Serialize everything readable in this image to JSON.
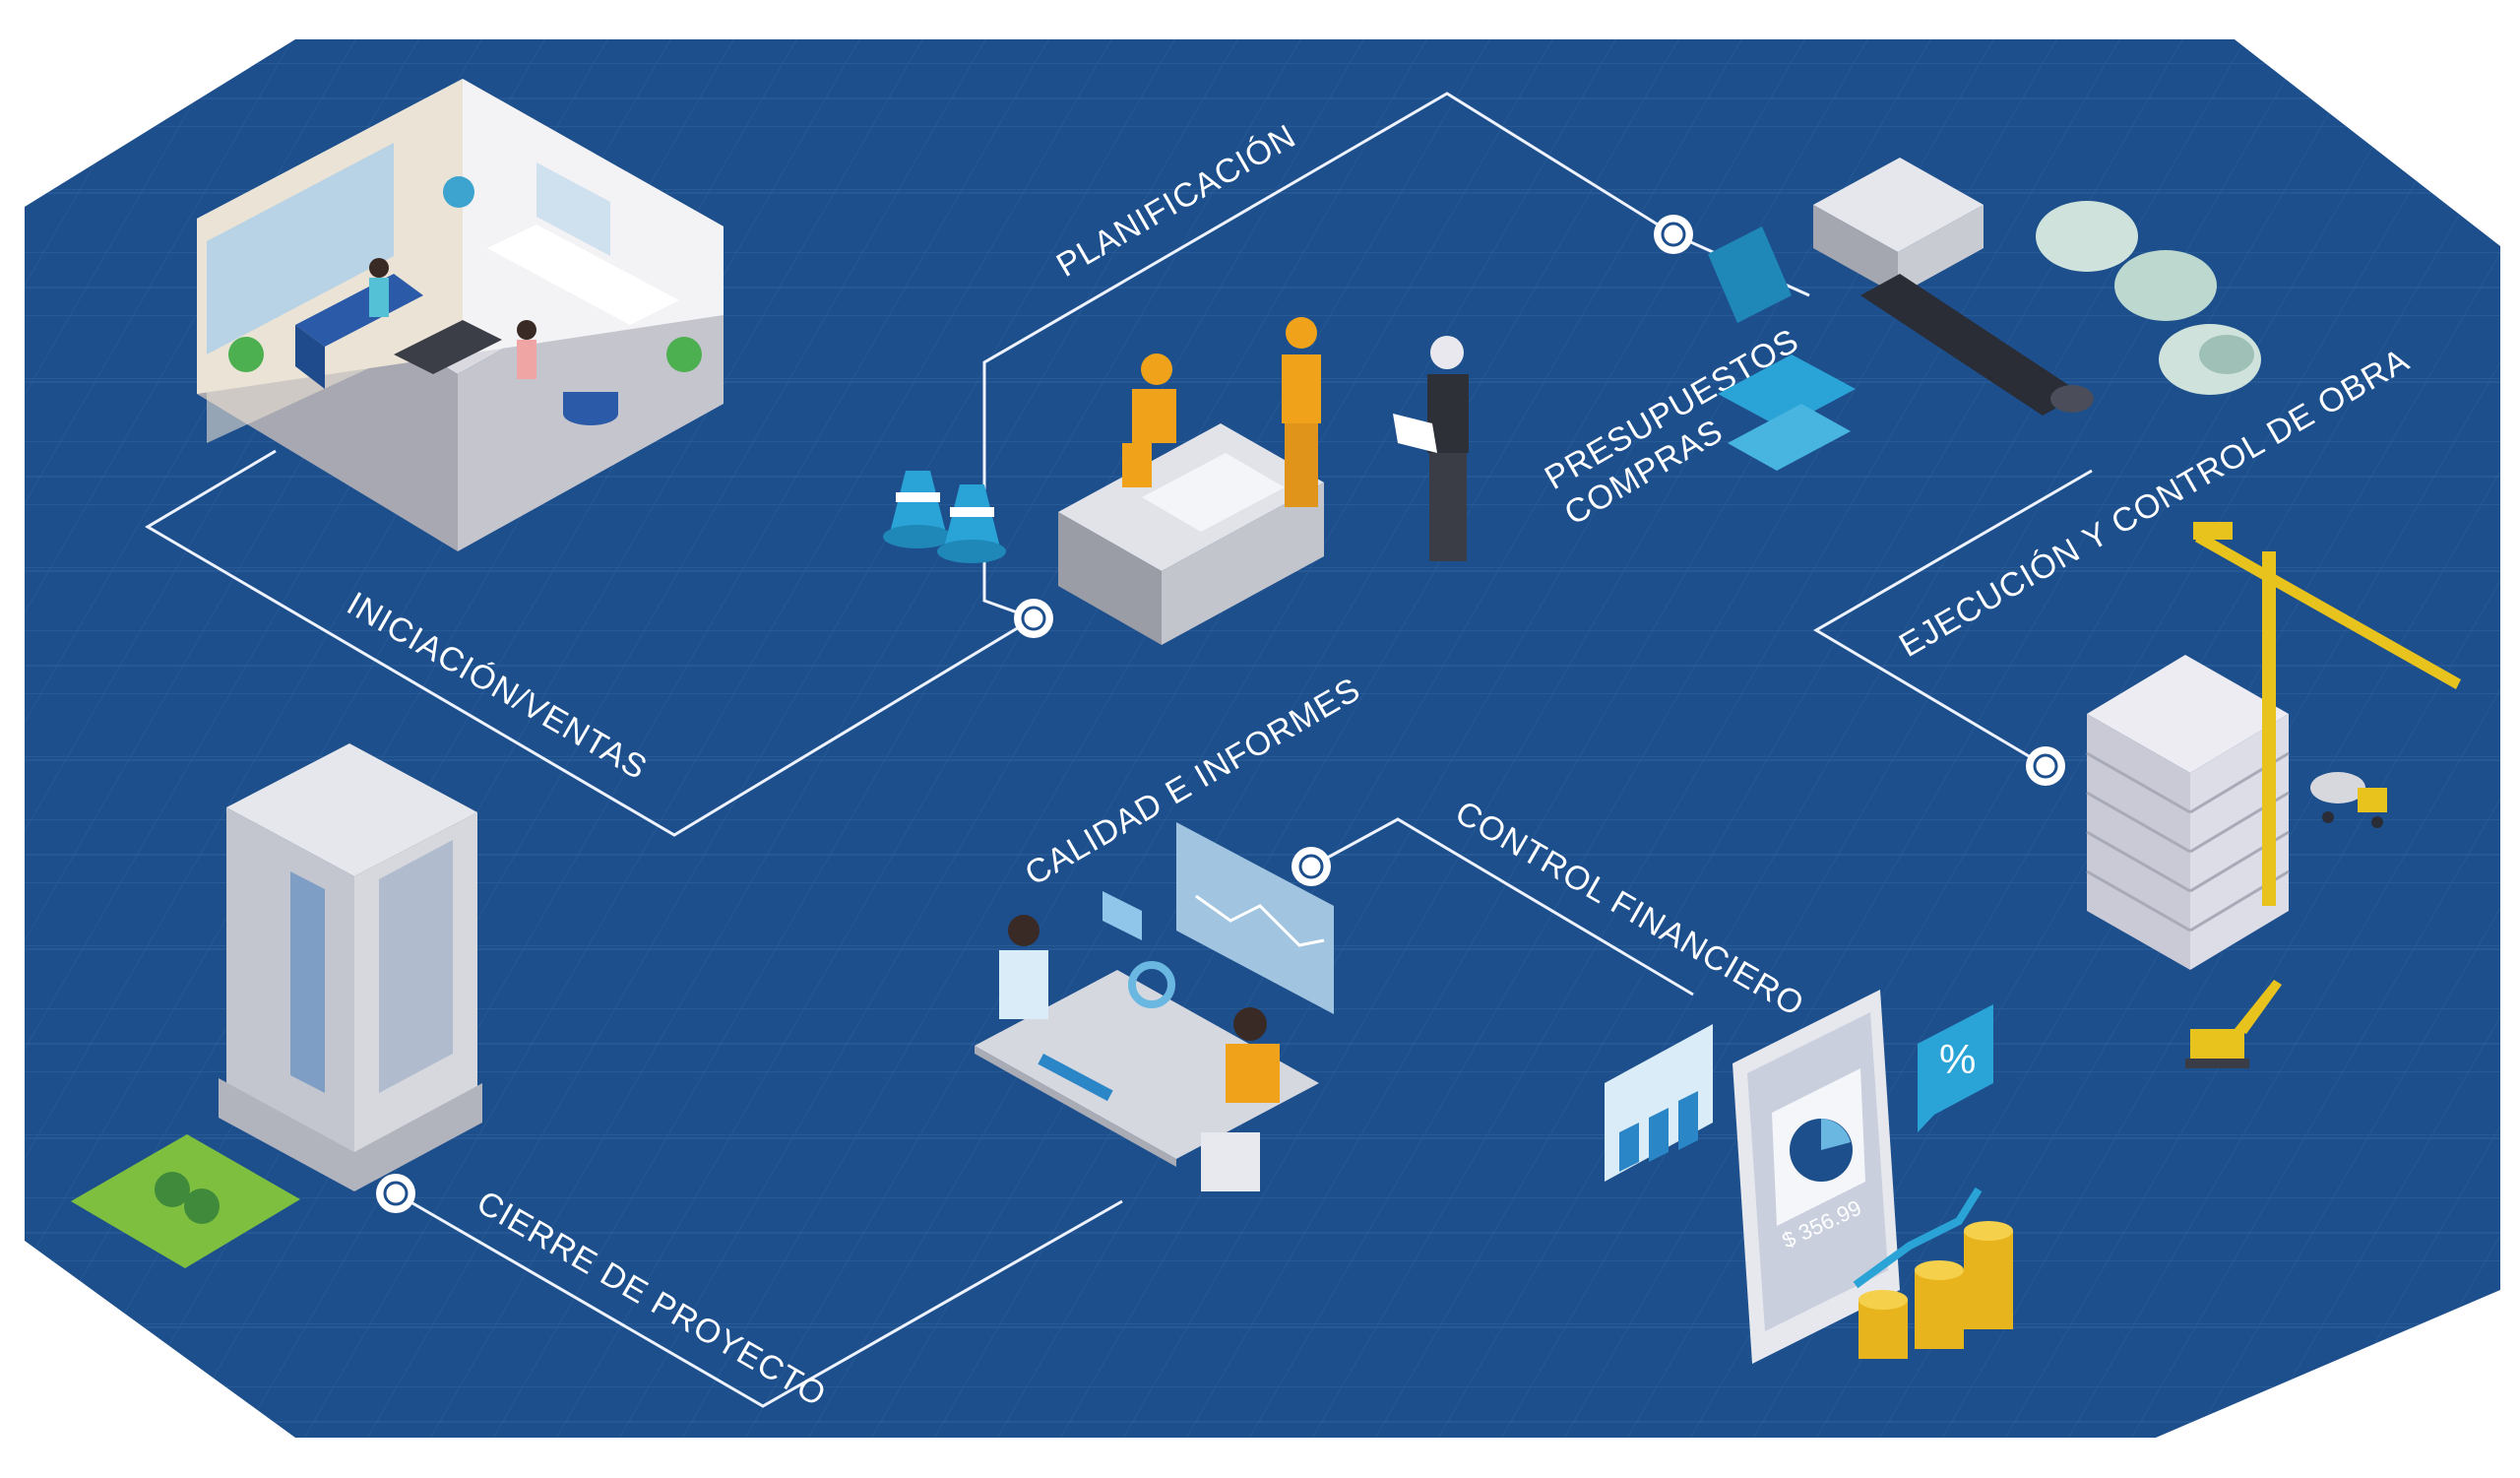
{
  "colors": {
    "panel": "#1d4f8c",
    "grid": "#3a6ca8",
    "line": "#eef3ff",
    "worker_orange": "#f0a21a",
    "building_blue": "#7e9ec6",
    "crane_yellow": "#e8c21d",
    "cone_blue": "#2aa3d7"
  },
  "stages": {
    "iniciacion": "INICIACIÓN/VENTAS",
    "planificacion": "PLANIFICACIÓN",
    "presupuestos": "PRESUPUESTOS",
    "compras": "COMPRAS",
    "ejecucion": "EJECUCIÓN Y CONTROL DE OBRA",
    "control_financiero": "CONTROL FINANCIERO",
    "calidad": "CALIDAD E INFORMES",
    "cierre": "CIERRE DE PROYECTO"
  },
  "phone": {
    "amount": "$ 356.99",
    "percent_badge": "%"
  },
  "icons": [
    "office-lobby-scene-icon",
    "planning-workers-scene-icon",
    "traffic-cone-icon",
    "construction-materials-icon",
    "tower-crane-building-icon",
    "cement-truck-icon",
    "excavator-icon",
    "meeting-table-scene-icon",
    "analytics-dashboard-icon",
    "smartphone-finance-icon",
    "coin-stack-icon",
    "finished-building-icon"
  ]
}
